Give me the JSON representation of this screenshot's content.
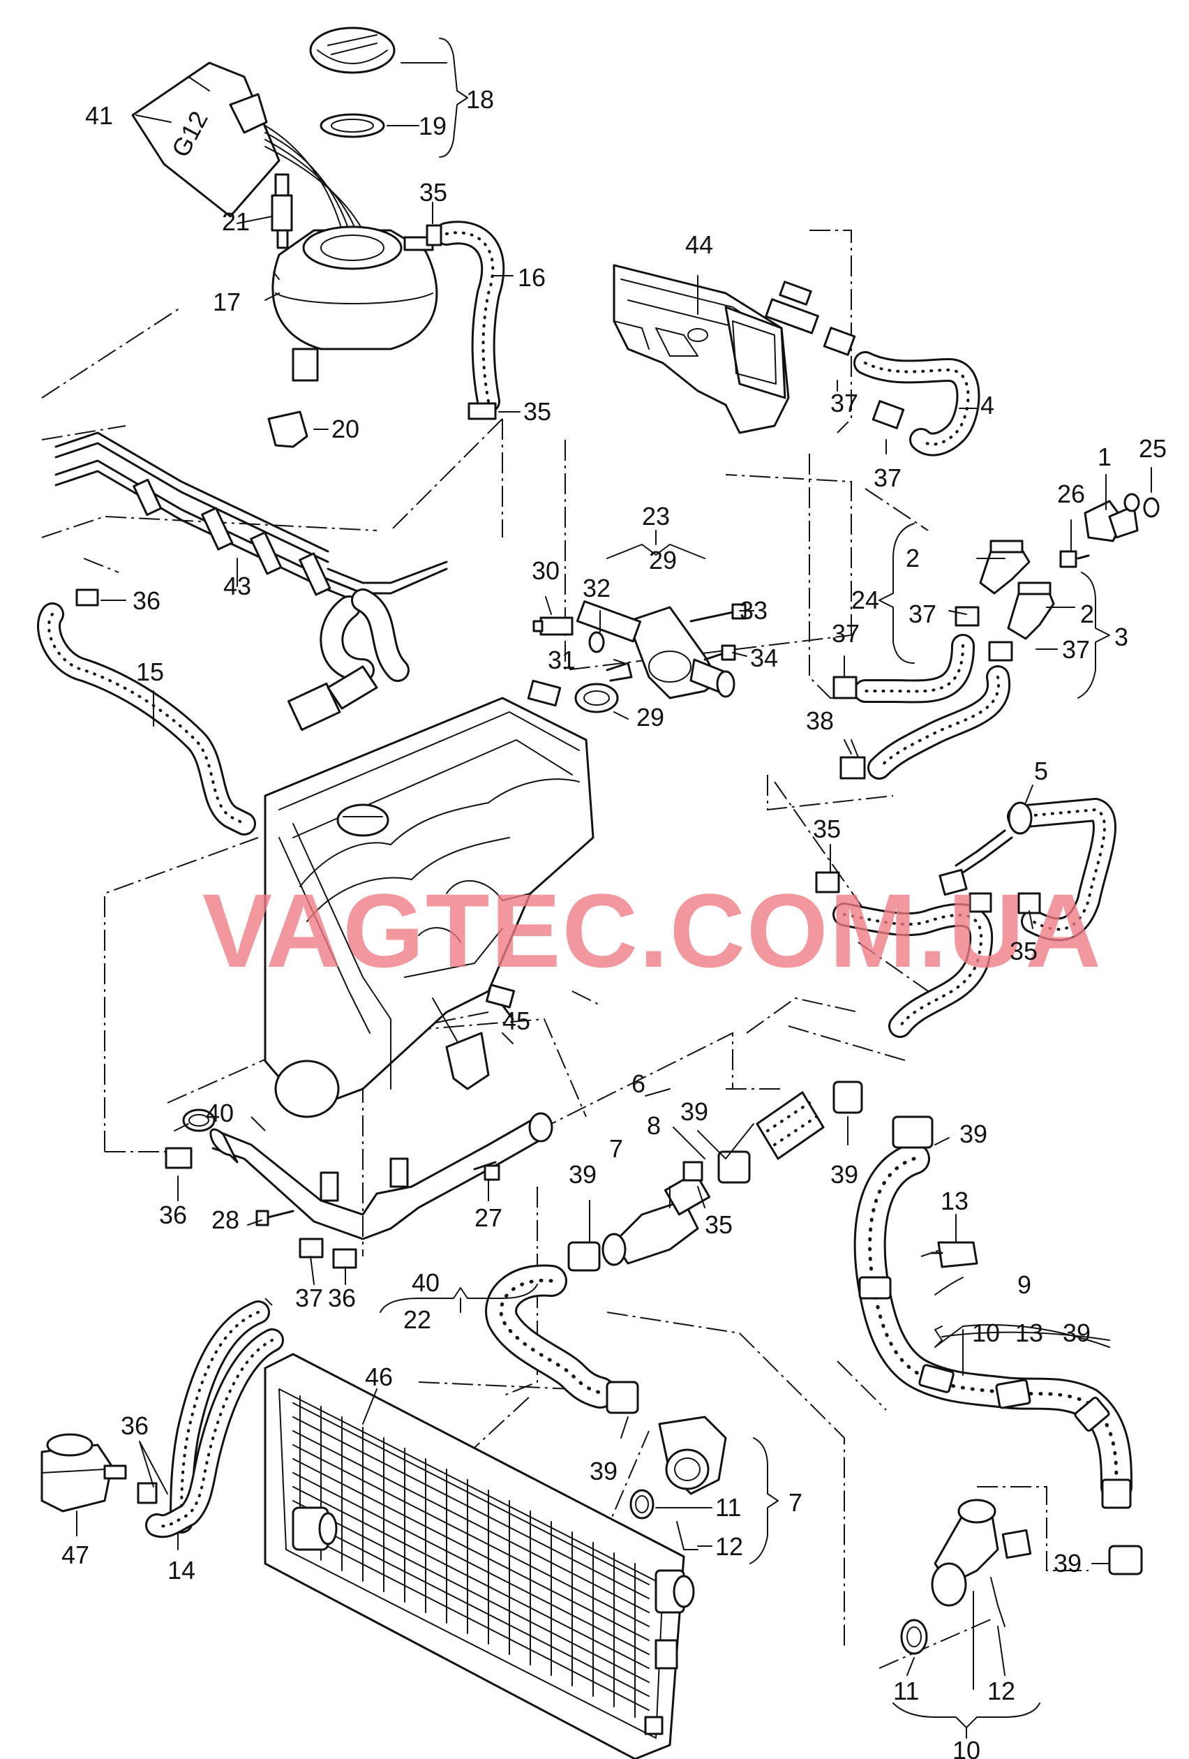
{
  "watermark": "VAGTEC.COM.UA",
  "callouts": {
    "c41": "41",
    "c18": "18",
    "c19": "19",
    "c21": "21",
    "c35a": "35",
    "c16": "16",
    "c17": "17",
    "c35b": "35",
    "c20": "20",
    "c44": "44",
    "c4": "4",
    "c37a": "37",
    "c37b": "37",
    "c1": "1",
    "c25": "25",
    "c26": "26",
    "c2a": "2",
    "c24": "24",
    "c2b": "2",
    "c37c": "37",
    "c37d": "37",
    "c3": "3",
    "c37e": "37",
    "c23": "23",
    "c29a": "29",
    "c30": "30",
    "c32": "32",
    "c33": "33",
    "c34": "34",
    "c31": "31",
    "c29b": "29",
    "c38": "38",
    "c43": "43",
    "c36a": "36",
    "c15": "15",
    "c5": "5",
    "c35c": "35",
    "c35d": "35",
    "c6": "6",
    "c39a": "39",
    "c8": "8",
    "c7a": "7",
    "c39b": "39",
    "c39c": "39",
    "c39d": "39",
    "c35e": "35",
    "c13a": "13",
    "c40a": "40",
    "c36b": "36",
    "c28": "28",
    "c27": "27",
    "c45": "45",
    "c37f": "37",
    "c36c": "36",
    "c40b": "40",
    "c22": "22",
    "c9": "9",
    "c10a": "10",
    "c13b": "13",
    "c39e": "39",
    "c46": "46",
    "c36d": "36",
    "c47": "47",
    "c14": "14",
    "c39f": "39",
    "c11a": "11",
    "c7b": "7",
    "c12a": "12",
    "c39g": "39",
    "c11b": "11",
    "c12b": "12",
    "c10b": "10"
  },
  "reservoir_marking": "G12"
}
